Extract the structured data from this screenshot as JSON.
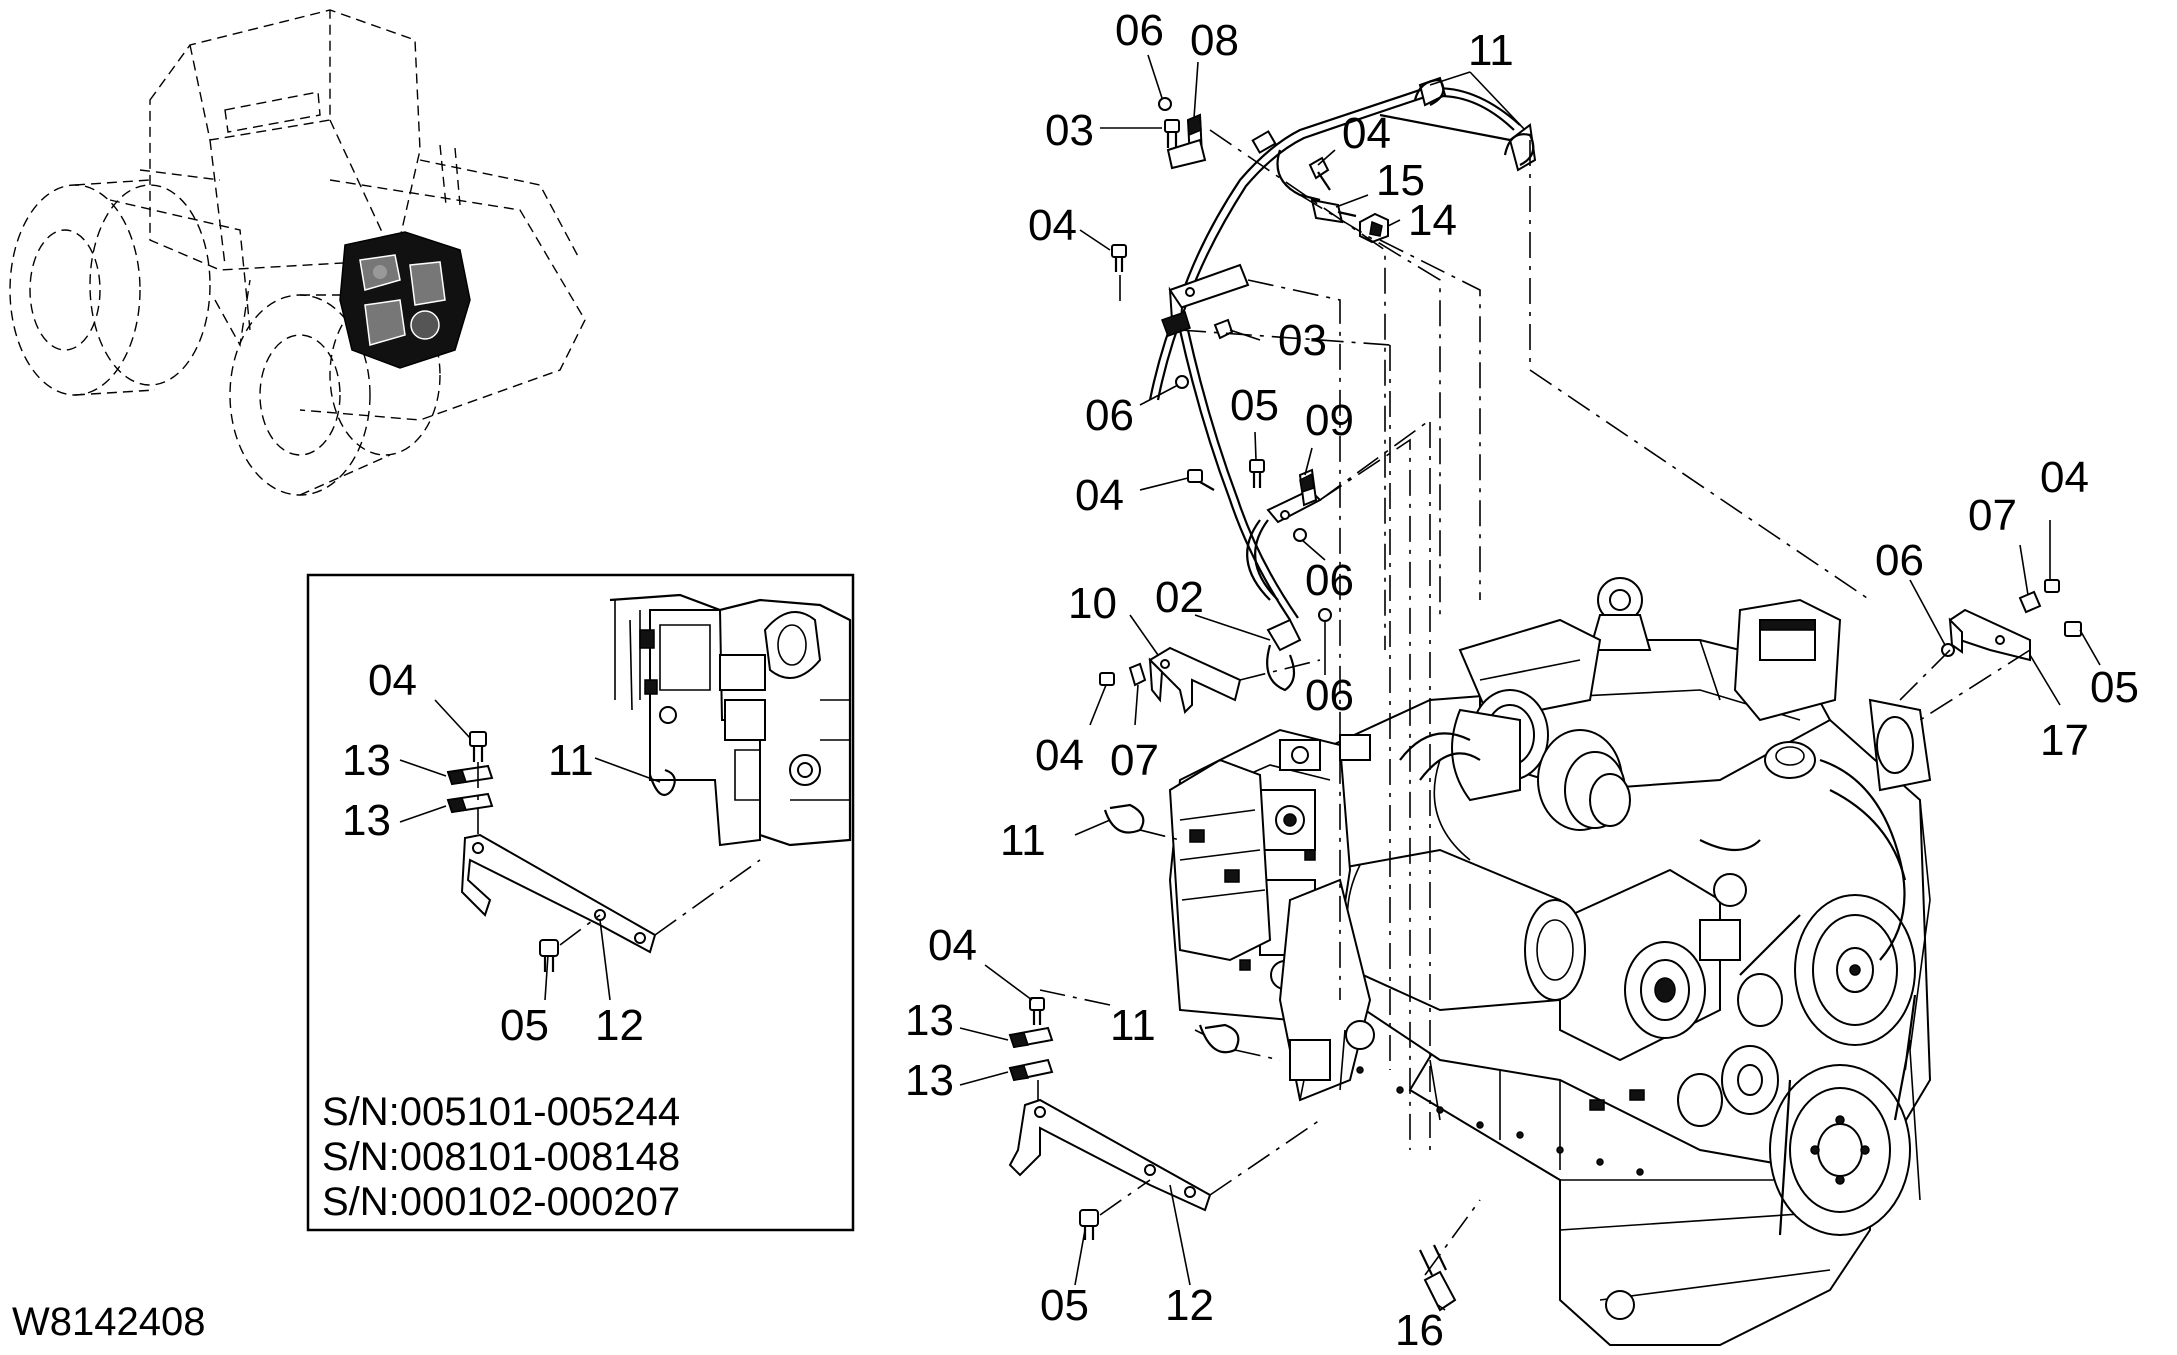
{
  "drawing_id": "W8142408",
  "inset": {
    "serial_numbers": [
      "S/N:005101-005244",
      "S/N:008101-008148",
      "S/N:000102-000207"
    ],
    "callouts": [
      {
        "id": "in-04",
        "text": "04"
      },
      {
        "id": "in-13a",
        "text": "13"
      },
      {
        "id": "in-13b",
        "text": "13"
      },
      {
        "id": "in-11",
        "text": "11"
      },
      {
        "id": "in-05",
        "text": "05"
      },
      {
        "id": "in-12",
        "text": "12"
      }
    ]
  },
  "callouts": [
    {
      "id": "c06a",
      "text": "06"
    },
    {
      "id": "c08",
      "text": "08"
    },
    {
      "id": "c11a",
      "text": "11"
    },
    {
      "id": "c03a",
      "text": "03"
    },
    {
      "id": "c04a",
      "text": "04"
    },
    {
      "id": "c15",
      "text": "15"
    },
    {
      "id": "c14",
      "text": "14"
    },
    {
      "id": "c04b",
      "text": "04"
    },
    {
      "id": "c03b",
      "text": "03"
    },
    {
      "id": "c06b",
      "text": "06"
    },
    {
      "id": "c05a",
      "text": "05"
    },
    {
      "id": "c09",
      "text": "09"
    },
    {
      "id": "c04c",
      "text": "04"
    },
    {
      "id": "c06c",
      "text": "06"
    },
    {
      "id": "c10",
      "text": "10"
    },
    {
      "id": "c02",
      "text": "02"
    },
    {
      "id": "c06d",
      "text": "06"
    },
    {
      "id": "c04d",
      "text": "04"
    },
    {
      "id": "c07a",
      "text": "07"
    },
    {
      "id": "c11b",
      "text": "11"
    },
    {
      "id": "c04e",
      "text": "04"
    },
    {
      "id": "c07b",
      "text": "07"
    },
    {
      "id": "c06e",
      "text": "06"
    },
    {
      "id": "c05b",
      "text": "05"
    },
    {
      "id": "c17",
      "text": "17"
    },
    {
      "id": "c04f",
      "text": "04"
    },
    {
      "id": "c13a",
      "text": "13"
    },
    {
      "id": "c13b",
      "text": "13"
    },
    {
      "id": "c11c",
      "text": "11"
    },
    {
      "id": "c05c",
      "text": "05"
    },
    {
      "id": "c12",
      "text": "12"
    },
    {
      "id": "c16",
      "text": "16"
    }
  ]
}
